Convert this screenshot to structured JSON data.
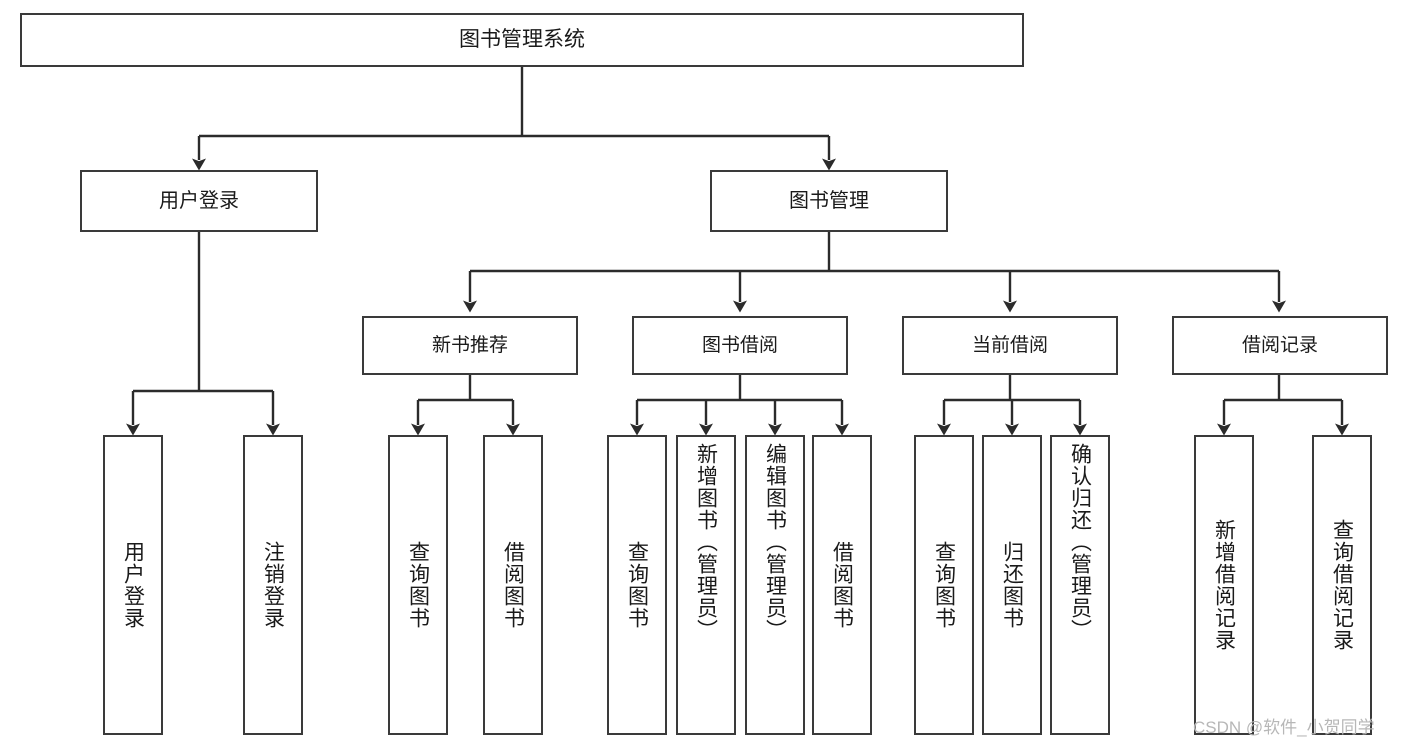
{
  "diagram": {
    "title": "图书管理系统",
    "type": "tree",
    "orientation": "top-down",
    "colors": {
      "box_border": "#3a3a3a",
      "box_fill": "#ffffff",
      "edge": "#2b2b2b",
      "text": "#1a1a1a",
      "watermark": "#b7b7b7",
      "background": "#ffffff"
    },
    "root": {
      "id": "root",
      "label": "图书管理系统"
    },
    "level2": [
      {
        "id": "user-login",
        "label": "用户登录"
      },
      {
        "id": "book-manage",
        "label": "图书管理"
      }
    ],
    "level3": [
      {
        "id": "new-book-recommend",
        "label": "新书推荐",
        "parent": "book-manage"
      },
      {
        "id": "book-borrow",
        "label": "图书借阅",
        "parent": "book-manage"
      },
      {
        "id": "current-borrow",
        "label": "当前借阅",
        "parent": "book-manage"
      },
      {
        "id": "borrow-record",
        "label": "借阅记录",
        "parent": "book-manage"
      }
    ],
    "leaves": [
      {
        "id": "leaf-user-login",
        "label": "用户登录",
        "parent": "user-login"
      },
      {
        "id": "leaf-user-logout",
        "label": "注销登录",
        "parent": "user-login"
      },
      {
        "id": "leaf-query-book-1",
        "label": "查询图书",
        "parent": "new-book-recommend"
      },
      {
        "id": "leaf-borrow-book-1",
        "label": "借阅图书",
        "parent": "new-book-recommend"
      },
      {
        "id": "leaf-query-book-2",
        "label": "查询图书",
        "parent": "book-borrow"
      },
      {
        "id": "leaf-add-book",
        "label": "新增图书（管理员）",
        "parent": "book-borrow"
      },
      {
        "id": "leaf-edit-book",
        "label": "编辑图书（管理员）",
        "parent": "book-borrow"
      },
      {
        "id": "leaf-borrow-book-2",
        "label": "借阅图书",
        "parent": "book-borrow"
      },
      {
        "id": "leaf-query-book-3",
        "label": "查询图书",
        "parent": "current-borrow"
      },
      {
        "id": "leaf-return-book",
        "label": "归还图书",
        "parent": "current-borrow"
      },
      {
        "id": "leaf-confirm-return",
        "label": "确认归还（管理员）",
        "parent": "current-borrow"
      },
      {
        "id": "leaf-add-record",
        "label": "新增借阅记录",
        "parent": "borrow-record"
      },
      {
        "id": "leaf-query-record",
        "label": "查询借阅记录",
        "parent": "borrow-record"
      }
    ]
  },
  "watermark": {
    "text": "CSDN @软件_小贺同学"
  }
}
